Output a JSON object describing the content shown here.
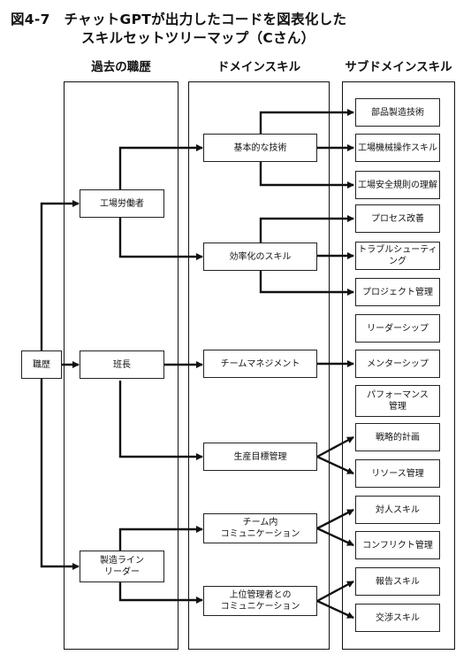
{
  "title": {
    "line1": "図4-7　チャットGPTが出力したコードを図表化した",
    "line2": "スキルセットツリーマップ（Cさん）"
  },
  "columns": {
    "past": "過去の職歴",
    "domain": "ドメインスキル",
    "subdomain": "サブドメインスキル"
  },
  "root": "職歴",
  "past_jobs": [
    "工場労働者",
    "班長",
    "製造ライン\nリーダー"
  ],
  "domain_skills": [
    "基本的な技術",
    "効率化のスキル",
    "チームマネジメント",
    "生産目標管理",
    "チーム内\nコミュニケーション",
    "上位管理者との\nコミュニケーション"
  ],
  "sub_skills": [
    "部品製造技術",
    "工場機械操作スキル",
    "工場安全規則の理解",
    "プロセス改善",
    "トラブルシューティング",
    "プロジェクト管理",
    "リーダーシップ",
    "メンターシップ",
    "パフォーマンス\n管理",
    "戦略的計画",
    "リソース管理",
    "対人スキル",
    "コンフリクト管理",
    "報告スキル",
    "交渉スキル"
  ]
}
